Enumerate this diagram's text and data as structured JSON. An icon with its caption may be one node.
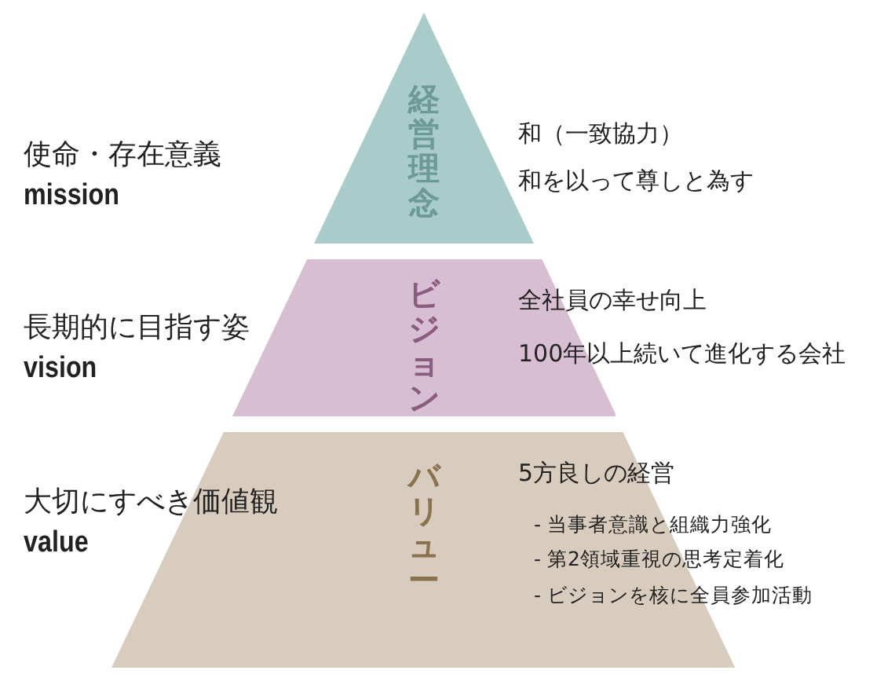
{
  "diagram": {
    "nodes": [
      {
        "text": [
          "経営理念"
        ],
        "beside": [
          "使命・存在意義",
          "mission",
          "和（一致協力）",
          "和を以って尊しと為す"
        ]
      },
      {
        "text": [
          "ビジョン"
        ],
        "beside": [
          "長期的に目指す姿",
          "vision",
          "全社員の幸せ向上",
          "100年以上続いて進化する会社"
        ]
      },
      {
        "text": [
          "バリュー",
          "5方良しの経営",
          "- 当事者意識と組織力強化",
          "- 第2領域重視の思考定着化",
          "- ビジョンを核に全員参加活動"
        ],
        "beside": [
          "大切にすべき価値観",
          "value"
        ]
      }
    ]
  }
}
